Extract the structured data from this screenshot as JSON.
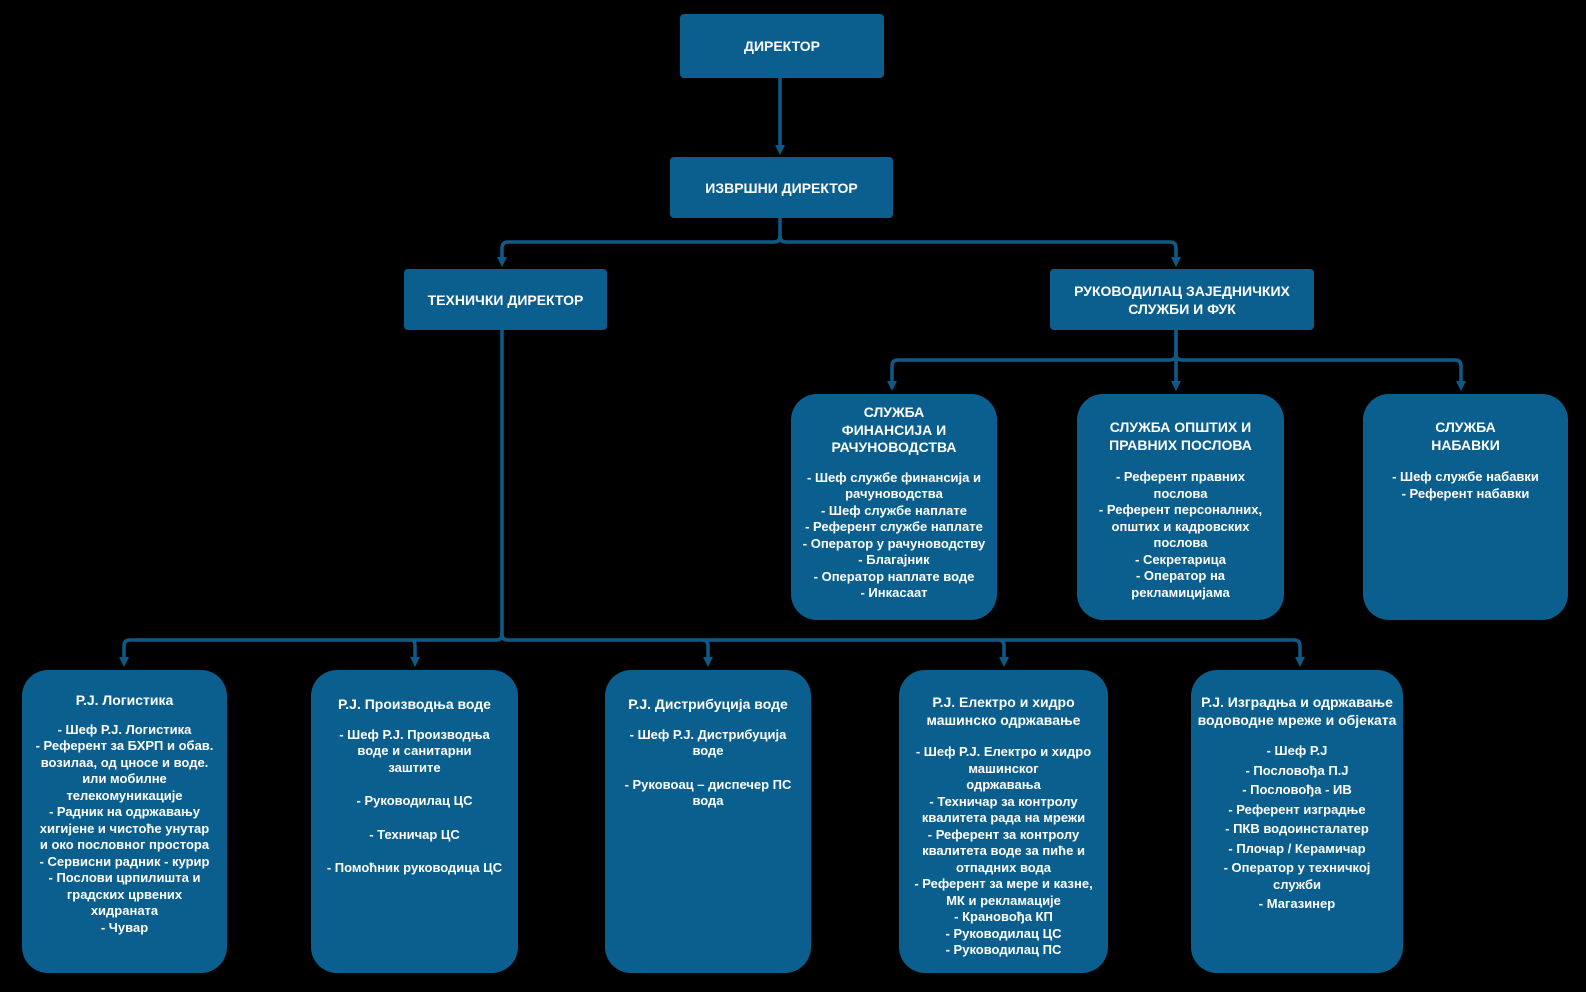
{
  "colors": {
    "background": "#000000",
    "box": "#0a5f8f",
    "line": "#0d5a86",
    "text": "#ffffff"
  },
  "nodes": {
    "director": {
      "title": "ДИРЕКТОР"
    },
    "exec_director": {
      "title": "ИЗВРШНИ ДИРЕКТОР"
    },
    "tech_director": {
      "title": "ТЕХНИЧКИ ДИРЕКТОР"
    },
    "common_services": {
      "title": "РУКОВОДИЛАЦ ЗАЈЕДНИЧКИХ\nСЛУЖБИ И ФУК"
    },
    "finance": {
      "title": "СЛУЖБА\nФИНАНСИЈА И\nРАЧУНОВОДСТВА",
      "items": [
        "- Шеф службе финансија и\nрачуноводства",
        "- Шеф службе наплате",
        "- Референт службе наплате",
        "- Оператор у рачуноводству",
        "- Благајник",
        "- Оператор наплате воде",
        "- Инкасаат"
      ]
    },
    "general_legal": {
      "title": "СЛУЖБА ОПШТИХ И\nПРАВНИХ ПОСЛОВА",
      "items": [
        "- Референт правних\nпослова",
        "- Референт персоналних,\nопштих и кадровских\nпослова",
        "- Секретарица",
        "- Оператор на\nрекламицијама"
      ]
    },
    "procurement": {
      "title": "СЛУЖБА\nНАБАВКИ",
      "items": [
        "- Шеф службе набавки",
        "- Референт набавки"
      ]
    },
    "logistics": {
      "title": "Р.Ј. Логистика",
      "items": [
        "- Шеф Р.Ј. Логистика",
        "- Референт за БХРП и обав.\nвозилаа, од цносе и воде.\nили мобилне\nтелекомуникације",
        "- Радник на одржавању\nхигијене и чистоће унутар\nи око пословног простора",
        "- Сервисни радник - курир",
        "- Послови црпилишта и\nградских црвених\nхидраната",
        "- Чувар"
      ]
    },
    "water_production": {
      "title": "Р.Ј. Производња воде",
      "items": [
        "- Шеф Р.Ј. Производња\nводе и санитарни\nзаштите",
        "- Руководилац ЦС",
        "- Техничар ЦС",
        "- Помоћник руководица ЦС"
      ]
    },
    "water_distribution": {
      "title": "Р.Ј. Дистрибуција воде",
      "items": [
        "- Шеф Р.Ј. Дистрибуција\nводе",
        "- Руковоац – диспечер ПС\nвода"
      ]
    },
    "electro_hydro": {
      "title": "Р.Ј. Електро и хидро\nмашинско одржавање",
      "items": [
        "- Шеф Р.Ј. Електро и хидро\nмашинског\nодржавања",
        "- Техничар за контролу\nквалитета рада на мрежи",
        "- Референт за контролу\nквалитета воде за пиће и\nотпадних вода",
        "- Референт за мере и казне,\nМК и рекламације",
        "- Крановођа КП",
        "- Руководилац ЦС",
        "- Руководилац ПС"
      ]
    },
    "construction": {
      "title": "Р.Ј. Изградња и одржавање\nводоводне мреже и објеката",
      "items": [
        "- Шеф Р.Ј",
        "- Пословођа П.Ј",
        "- Пословођа - ИВ",
        "- Референт изградње",
        "- ПКВ водоинсталатер",
        "- Плочар / Керамичар",
        "- Оператор у техничкој\nслужби",
        "- Магазинер"
      ]
    }
  }
}
